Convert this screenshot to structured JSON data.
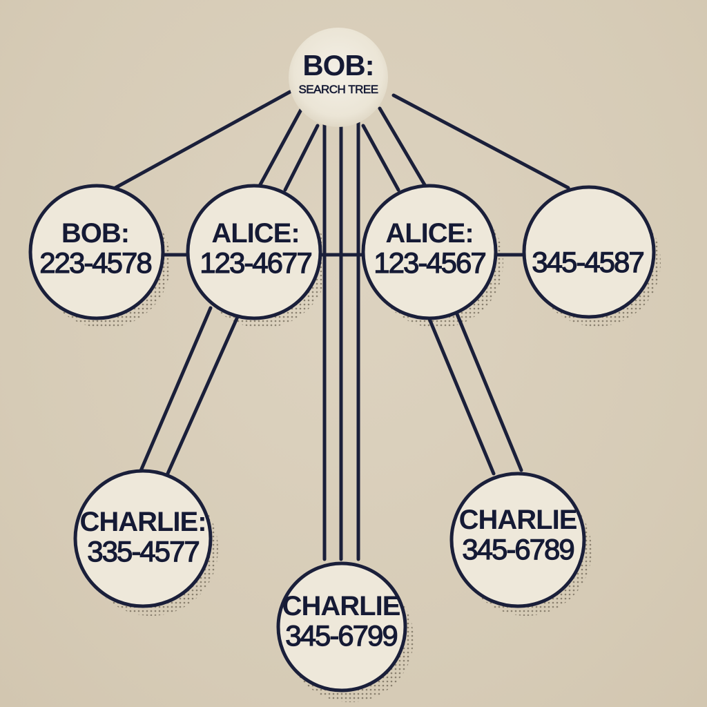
{
  "diagram": {
    "title": "BOB:",
    "subtitle": "SEARCH TREE",
    "root": {
      "name": "BOB:",
      "subtitle": "SEARCH TREE"
    },
    "nodes": [
      {
        "id": "bob",
        "name": "BOB:",
        "phone": "223-4578"
      },
      {
        "id": "alice-left",
        "name": "ALICE:",
        "phone": "123-4677"
      },
      {
        "id": "alice-right",
        "name": "ALICE:",
        "phone": "123-4567"
      },
      {
        "id": "unnamed-right",
        "name": "",
        "phone": "345-4587"
      },
      {
        "id": "charlie-left",
        "name": "CHARLIE:",
        "phone": "335-4577"
      },
      {
        "id": "charlie-middle",
        "name": "CHARLIE",
        "phone": "345-6799"
      },
      {
        "id": "charlie-right",
        "name": "CHARLIE",
        "phone": "345-6789"
      }
    ],
    "edges": [
      [
        "root",
        "bob"
      ],
      [
        "root",
        "alice-left"
      ],
      [
        "root",
        "alice-left"
      ],
      [
        "root",
        "charlie-middle"
      ],
      [
        "root",
        "charlie-middle"
      ],
      [
        "root",
        "charlie-middle"
      ],
      [
        "root",
        "alice-right"
      ],
      [
        "root",
        "alice-right"
      ],
      [
        "root",
        "unnamed-right"
      ],
      [
        "bob",
        "alice-left"
      ],
      [
        "alice-left",
        "alice-right"
      ],
      [
        "alice-right",
        "unnamed-right"
      ],
      [
        "alice-left",
        "charlie-left"
      ],
      [
        "alice-left",
        "charlie-left"
      ],
      [
        "alice-right",
        "charlie-right"
      ],
      [
        "alice-right",
        "charlie-right"
      ]
    ],
    "colors": {
      "background": "#d8cdb8",
      "node_fill": "#eee8da",
      "stroke": "#1a1f3a",
      "text": "#151a35"
    }
  }
}
